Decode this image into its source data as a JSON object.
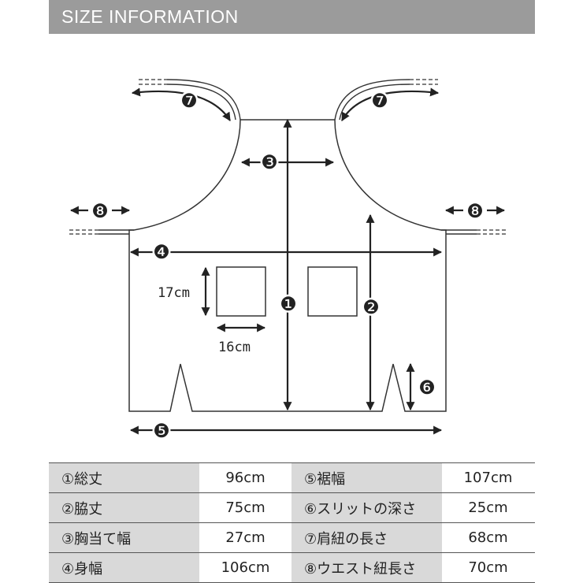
{
  "header": {
    "title": "SIZE INFORMATION"
  },
  "diagram": {
    "markers": {
      "m1": "❶",
      "m2": "❷",
      "m3": "❸",
      "m4": "❹",
      "m5": "❺",
      "m6": "❻",
      "m7": "❼",
      "m8": "❽"
    },
    "pocket_height": "17cm",
    "pocket_width": "16cm"
  },
  "table": {
    "rows": [
      [
        {
          "label": "①総丈",
          "value": "96cm"
        },
        {
          "label": "⑤裾幅",
          "value": "107cm"
        }
      ],
      [
        {
          "label": "②脇丈",
          "value": "75cm"
        },
        {
          "label": "⑥スリットの深さ",
          "value": "25cm"
        }
      ],
      [
        {
          "label": "③胸当て幅",
          "value": "27cm"
        },
        {
          "label": "⑦肩紐の長さ",
          "value": "68cm"
        }
      ],
      [
        {
          "label": "④身幅",
          "value": "106cm"
        },
        {
          "label": "⑧ウエスト紐長さ",
          "value": "70cm"
        }
      ]
    ]
  }
}
